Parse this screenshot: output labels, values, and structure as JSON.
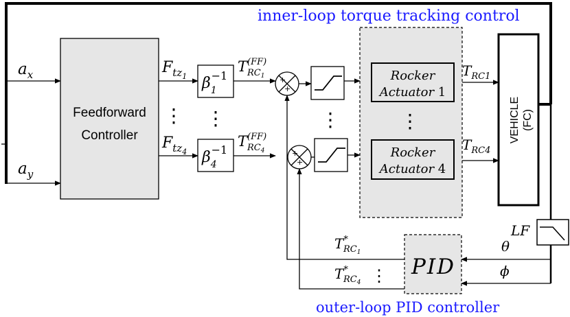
{
  "labels": {
    "inner_loop": "inner-loop torque tracking control",
    "outer_loop": "outer-loop PID controller",
    "ax_base": "a",
    "ax_sub": "x",
    "ay_base": "a",
    "ay_sub": "y",
    "ff_line1": "Feedforward",
    "ff_line2": "Controller",
    "ftz1_base": "F",
    "ftz1_sub": "tz",
    "ftz1_subsub": "1",
    "ftz4_base": "F",
    "ftz4_sub": "tz",
    "ftz4_subsub": "4",
    "beta1_base": "β",
    "beta1_sub": "1",
    "beta1_sup": "−1",
    "beta4_base": "β",
    "beta4_sub": "4",
    "beta4_sup": "−1",
    "trc1ff_base": "T",
    "trc1ff_sup": "(FF)",
    "trc1ff_sub": "RC",
    "trc1ff_subsub": "1",
    "trc4ff_base": "T",
    "trc4ff_sup": "(FF)",
    "trc4ff_sub": "RC",
    "trc4ff_subsub": "4",
    "plus": "+",
    "ra1_line1": "Rocker",
    "ra1_line2": "Actuator",
    "ra1_num": "1",
    "ra4_line1": "Rocker",
    "ra4_line2": "Actuator",
    "ra4_num": "4",
    "trc1_base": "T",
    "trc1_sub": "RC1",
    "trc4_base": "T",
    "trc4_sub": "RC4",
    "vehicle_line1": "VEHICLE",
    "vehicle_line2": "(FC)",
    "lf": "LF",
    "theta": "θ",
    "phi": "ϕ",
    "pid": "PID",
    "tstar1_base": "T",
    "tstar1_sup": "*",
    "tstar1_sub": "RC",
    "tstar1_subsub": "1",
    "tstar4_base": "T",
    "tstar4_sup": "*",
    "tstar4_sub": "RC",
    "tstar4_subsub": "4",
    "dots": "⋮"
  }
}
